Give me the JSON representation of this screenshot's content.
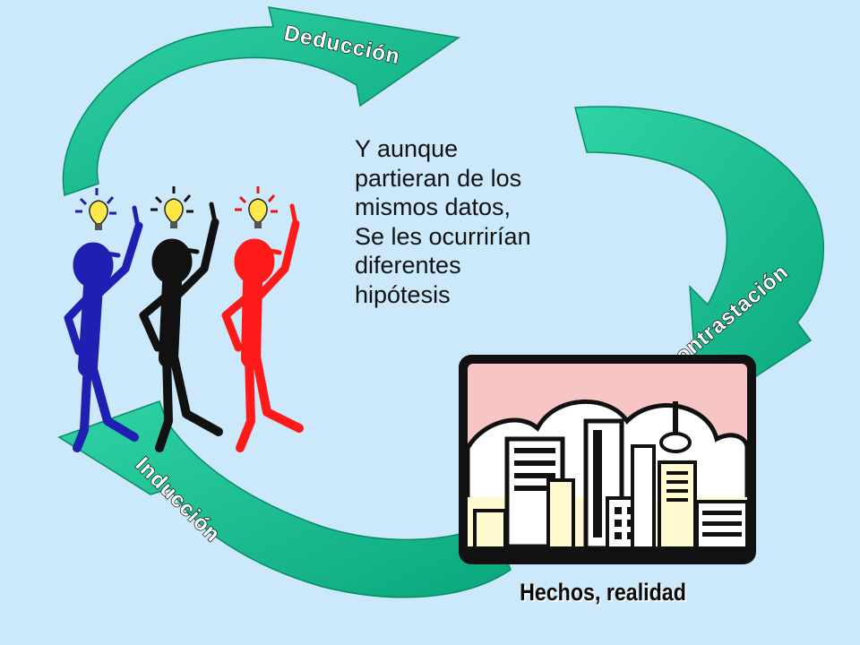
{
  "colors": {
    "background": "#cce8fb",
    "arrow_fill": "#00c08e",
    "arrow_dark": "#0a9b73",
    "figure_blue": "#1f1fb2",
    "figure_black": "#111111",
    "figure_red": "#ff1a1a",
    "bulb": "#ffe84a",
    "sky": "#f7c6c4",
    "frame": "#111111"
  },
  "labels": {
    "deduction": "Deducción",
    "contrast": "Contrastación",
    "induction": "Inducción",
    "facts": "Hechos, realidad"
  },
  "main_text": [
    "Y aunque",
    "partieran de los",
    "mismos datos,",
    "Se les ocurrirían",
    "diferentes",
    "hipótesis"
  ],
  "icons": [
    "thinker-figure",
    "light-bulb-icon",
    "city-skyline-icon"
  ]
}
